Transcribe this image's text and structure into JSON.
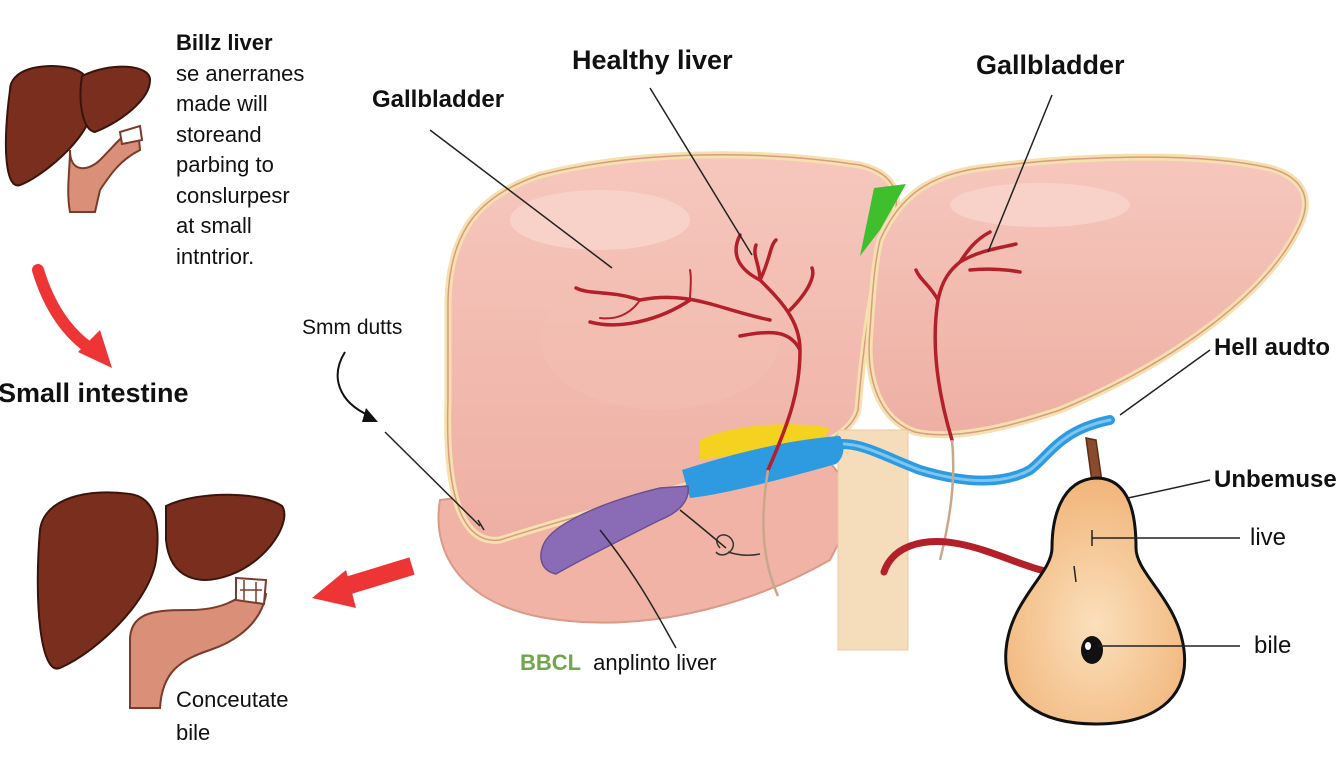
{
  "top_note": {
    "title": "Billz liver",
    "lines": [
      "se anerranes",
      "made will",
      "storeand",
      "parbing to",
      "conslurpesr",
      "at small",
      "intntrior."
    ]
  },
  "left_heading": "Small intestine",
  "bottom_caption": [
    "Conceutate",
    "bile"
  ],
  "labels": {
    "healthy_liver": "Healthy liver",
    "gallbladder_left": "Gallbladder",
    "gallbladder_right": "Gallbladder",
    "small_ducts": "Smm dutts",
    "hell_audto": "Hell audto",
    "unbemuse": "Unbemuse",
    "live": "live",
    "bile": "bile"
  },
  "legend": {
    "code": "BBCL",
    "text": "anplinto liver"
  },
  "colors": {
    "liver_pink": "#f2b8ae",
    "liver_outline": "#e0a88f",
    "liver_rim": "#f7e6b5",
    "vessel_red": "#b3202a",
    "duct_blue": "#2e9be0",
    "gallbladder_purple": "#8a6bb5",
    "bile_yellow": "#f4d21f",
    "ligament_green": "#3fbf2e",
    "dark_liver": "#7a2e1e",
    "intestine": "#d98f78",
    "pear_fill": "#f6c48e",
    "arrow_red": "#ee3535"
  },
  "icons": [
    "small-liver-icon",
    "large-liver-icon",
    "red-curved-arrow-icon",
    "red-straight-arrow-icon",
    "pear-gallbladder-icon"
  ]
}
